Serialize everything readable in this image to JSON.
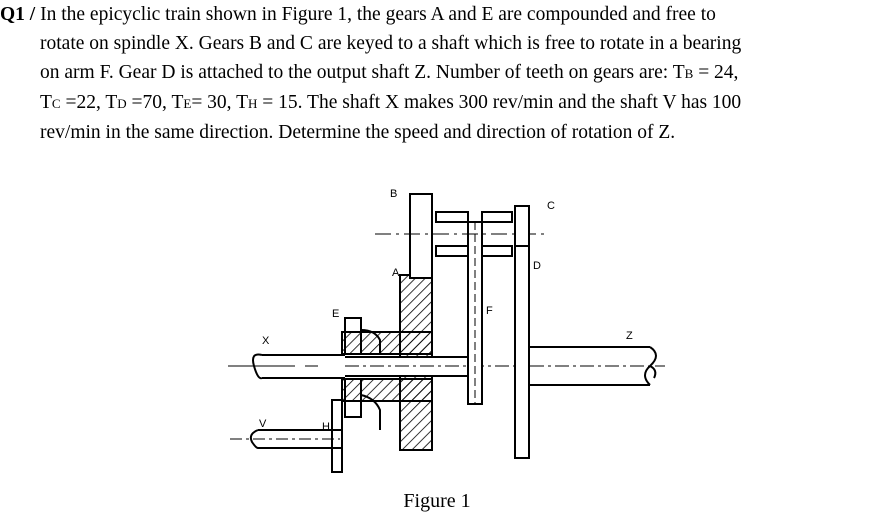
{
  "question": {
    "label": "Q1 /",
    "line1": "In the epicyclic train shown in Figure 1, the gears A and E are compounded and free to",
    "line2": "rotate on spindle X. Gears B and C are keyed to a shaft which is free to rotate in a bearing",
    "line3": "on arm F. Gear D is attached to the output shaft Z. Number of teeth on gears are: T",
    "sub_b": "B",
    "after_b": " = 24,",
    "t": "T",
    "sub_c": "C",
    "after_c": " =22, T",
    "sub_d": "D",
    "after_d": " =70, T",
    "sub_e": "E",
    "after_e": "= 30, T",
    "sub_h": "H",
    "after_h": " = 15. The shaft X makes 300 rev/min and the shaft V has 100",
    "line5": "rev/min in the same direction. Determine the speed and direction of rotation of Z."
  },
  "figure": {
    "caption": "Figure 1",
    "labels": {
      "b": "B",
      "c": "C",
      "a": "A",
      "d": "D",
      "e": "E",
      "f": "F",
      "x": "X",
      "z": "Z",
      "v": "V",
      "h": "H"
    }
  }
}
